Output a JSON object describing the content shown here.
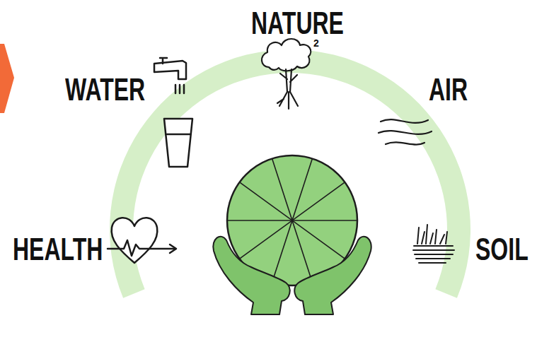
{
  "diagram": {
    "labels": [
      "NATURE",
      "2",
      "WATER",
      "AIR",
      "HEALTH",
      "SOIL"
    ]
  }
}
